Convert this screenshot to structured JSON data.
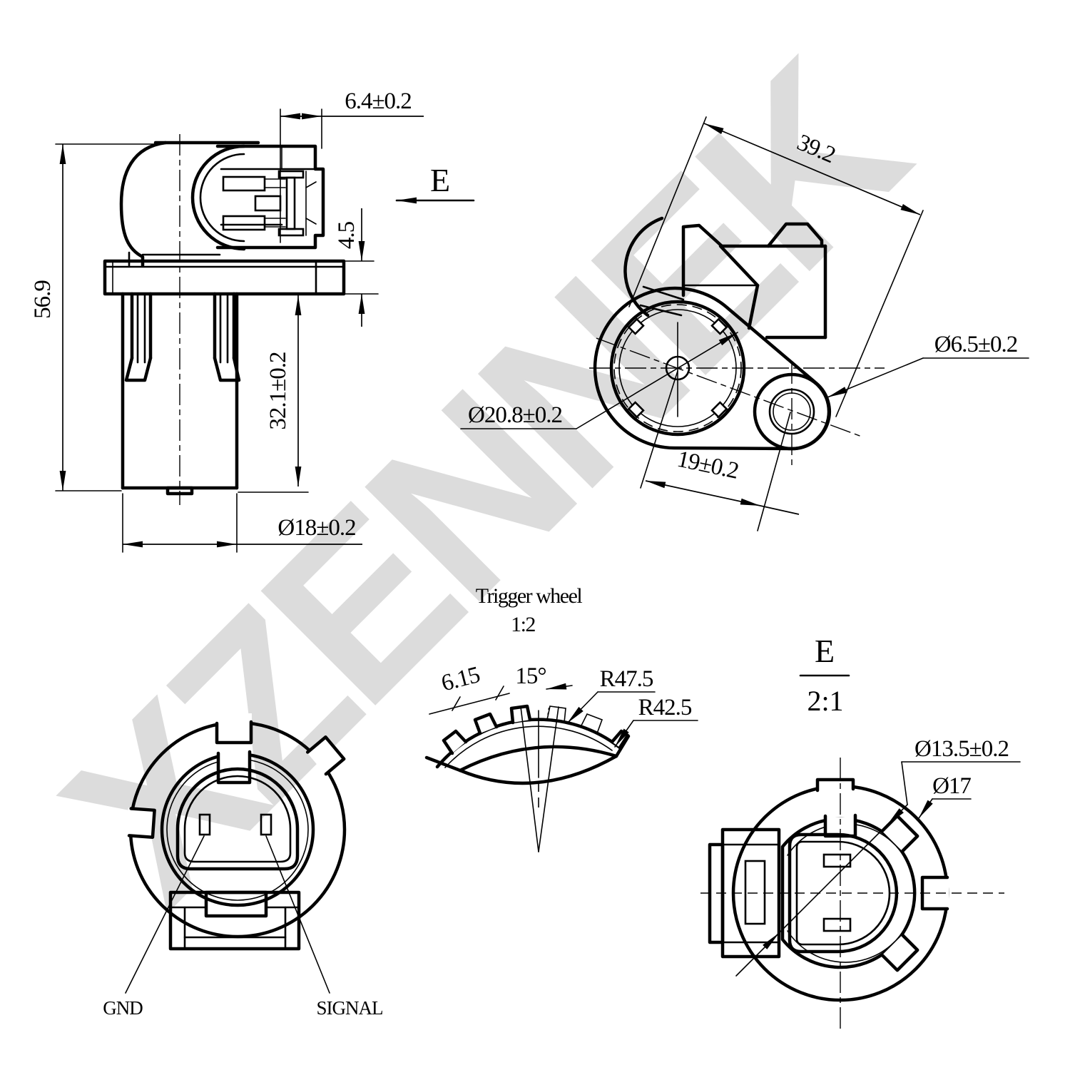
{
  "watermark": "XZENNEK",
  "side_view": {
    "overall_height": "56.9",
    "connector_depth": "6.4±0.2",
    "flange_thickness": "4.5",
    "insert_depth": "32.1±0.2",
    "body_diameter": "Ø18±0.2",
    "view_arrow_label": "E"
  },
  "top_view": {
    "overall_length": "39.2",
    "boss_diameter": "Ø20.8±0.2",
    "hole_distance": "19±0.2",
    "hole_diameter": "Ø6.5±0.2"
  },
  "trigger_wheel": {
    "title": "Trigger wheel",
    "scale": "1:2",
    "tooth_width": "6.15",
    "pitch_angle": "15°",
    "outer_radius": "R47.5",
    "inner_radius": "R42.5"
  },
  "connector_view": {
    "pin_left": "GND",
    "pin_right": "SIGNAL"
  },
  "detail_view": {
    "label": "E",
    "scale": "2:1",
    "inner_diameter": "Ø13.5±0.2",
    "outer_diameter": "Ø17"
  }
}
